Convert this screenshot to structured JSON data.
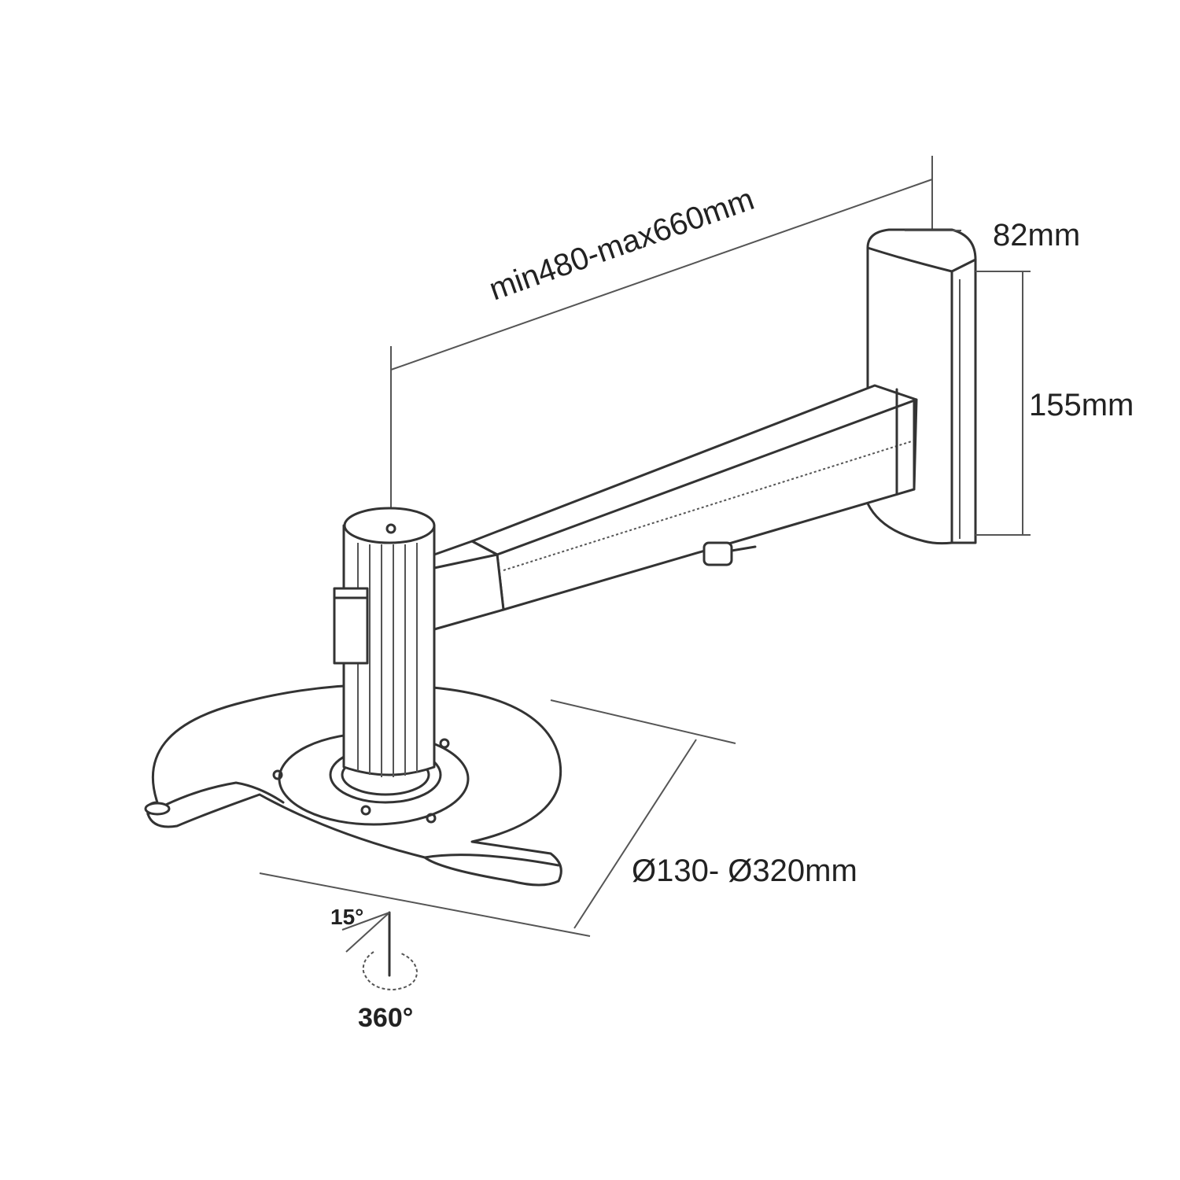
{
  "title": "Projector wall mount dimension drawing",
  "dimensions": {
    "arm_length": "min480-max660mm",
    "plate_depth": "82mm",
    "plate_height": "155mm",
    "plate_diameter": "Ø130- Ø320mm",
    "tilt": "15°",
    "swivel": "360°"
  },
  "colors": {
    "line": "#333333",
    "background": "#ffffff"
  }
}
